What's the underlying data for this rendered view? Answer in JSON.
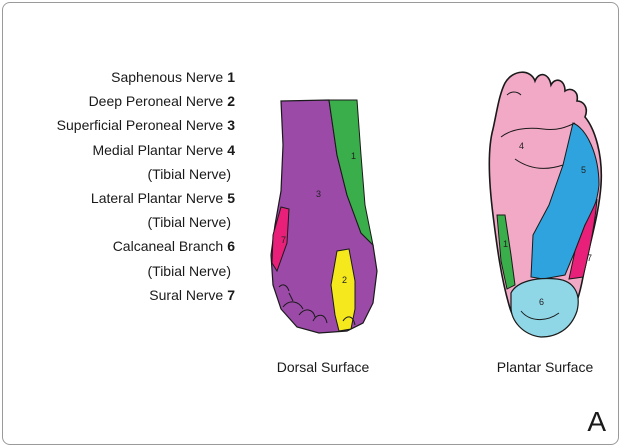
{
  "legend": [
    {
      "name": "Saphenous Nerve",
      "num": "1"
    },
    {
      "name": "Deep Peroneal Nerve",
      "num": "2"
    },
    {
      "name": "Superficial Peroneal Nerve",
      "num": "3"
    },
    {
      "name": "Medial Plantar Nerve",
      "num": "4"
    },
    {
      "name": "(Tibial Nerve)",
      "num": ""
    },
    {
      "name": "Lateral Plantar Nerve",
      "num": "5"
    },
    {
      "name": "(Tibial Nerve)",
      "num": ""
    },
    {
      "name": "Calcaneal Branch",
      "num": "6"
    },
    {
      "name": "(Tibial Nerve)",
      "num": ""
    },
    {
      "name": "Sural Nerve",
      "num": "7"
    }
  ],
  "dorsal": {
    "caption": "Dorsal Surface",
    "region_labels": {
      "r1": "1",
      "r2": "2",
      "r3": "3",
      "r7": "7"
    }
  },
  "plantar": {
    "caption": "Plantar Surface",
    "region_labels": {
      "r1": "1",
      "r4": "4",
      "r5": "5",
      "r6": "6",
      "r7": "7"
    }
  },
  "panel_letter": "A",
  "colors": {
    "saphenous": "#3aae4a",
    "deep_peroneal": "#f5e81c",
    "superficial_peroneal": "#9b4aa8",
    "medial_plantar": "#f2a9c6",
    "lateral_plantar": "#2ea3dd",
    "calcaneal": "#8fd6e6",
    "sural": "#e8207a"
  }
}
